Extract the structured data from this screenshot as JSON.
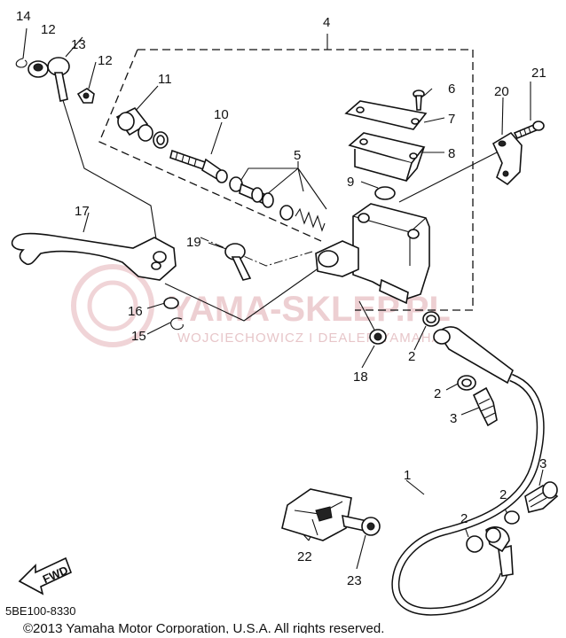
{
  "diagram": {
    "diagram_code": "5BE100-8330",
    "copyright": "©2013 Yamaha Motor Corporation, U.S.A. All rights reserved.",
    "watermark_main": "YAMA-SKLEP.PL",
    "watermark_sub": "WOJCIECHOWICZ I DEALER YAMAHA",
    "fwd_label": "FWD",
    "callouts": [
      {
        "id": "c1",
        "text": "1"
      },
      {
        "id": "c2a",
        "text": "2"
      },
      {
        "id": "c2b",
        "text": "2"
      },
      {
        "id": "c2c",
        "text": "2"
      },
      {
        "id": "c2d",
        "text": "2"
      },
      {
        "id": "c3a",
        "text": "3"
      },
      {
        "id": "c3b",
        "text": "3"
      },
      {
        "id": "c4",
        "text": "4"
      },
      {
        "id": "c5",
        "text": "5"
      },
      {
        "id": "c6",
        "text": "6"
      },
      {
        "id": "c7",
        "text": "7"
      },
      {
        "id": "c8",
        "text": "8"
      },
      {
        "id": "c9",
        "text": "9"
      },
      {
        "id": "c10",
        "text": "10"
      },
      {
        "id": "c11",
        "text": "11"
      },
      {
        "id": "c12a",
        "text": "12"
      },
      {
        "id": "c12b",
        "text": "12"
      },
      {
        "id": "c13",
        "text": "13"
      },
      {
        "id": "c14",
        "text": "14"
      },
      {
        "id": "c15",
        "text": "15"
      },
      {
        "id": "c16",
        "text": "16"
      },
      {
        "id": "c17",
        "text": "17"
      },
      {
        "id": "c18",
        "text": "18"
      },
      {
        "id": "c19",
        "text": "19"
      },
      {
        "id": "c20",
        "text": "20"
      },
      {
        "id": "c21",
        "text": "21"
      },
      {
        "id": "c22",
        "text": "22"
      },
      {
        "id": "c23",
        "text": "23"
      }
    ]
  }
}
